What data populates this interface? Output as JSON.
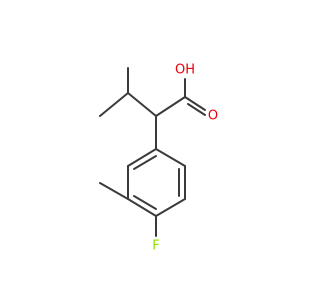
{
  "molecule": {
    "atoms": {
      "oh": {
        "label": "OH",
        "color": "#e8000b"
      },
      "o": {
        "label": "O",
        "color": "#e8000b"
      },
      "f": {
        "label": "F",
        "color": "#90e000"
      }
    },
    "bond_color": "#3a3a3a"
  }
}
